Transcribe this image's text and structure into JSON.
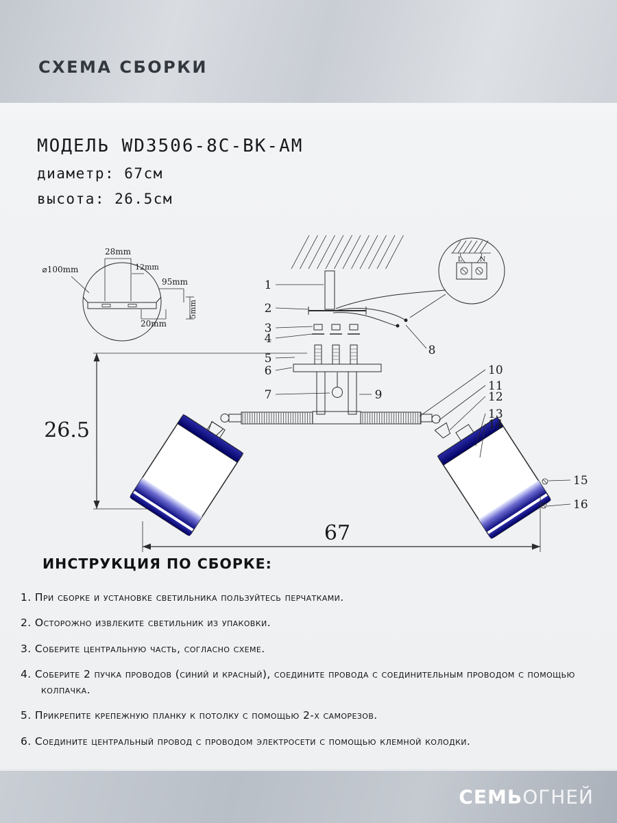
{
  "header": {
    "title": "СХЕМА СБОРКИ"
  },
  "model": {
    "title": "МОДЕЛЬ WD3506-8C-BK-AM",
    "diameter": "диаметр: 67см",
    "height": "высота: 26.5см"
  },
  "diagram": {
    "height_label": "26.5",
    "width_label": "67",
    "detail_left": {
      "d100": "⌀100mm",
      "d28": "28mm",
      "d12": "12mm",
      "d95": "95mm",
      "d20": "20mm",
      "d5": "5mm"
    },
    "detail_right": {
      "label_l": "L",
      "label_n": "N"
    },
    "parts": [
      "1",
      "2",
      "3",
      "4",
      "5",
      "6",
      "7",
      "8",
      "9",
      "10",
      "11",
      "12",
      "13",
      "14",
      "15",
      "16"
    ]
  },
  "instructions": {
    "title": "ИНСТРУКЦИЯ ПО СБОРКЕ:",
    "items": [
      "1. При сборке и установке светильника пользуйтесь перчатками.",
      "2. Осторожно извлеките светильник из упаковки.",
      "3. Соберите центральную часть, согласно схеме.",
      "4. Соберите 2 пучка проводов (синий и красный), соедините провода с соединительным проводом с помощью колпачка.",
      "5. Прикрепите крепежную планку к потолку с помощью 2-х саморезов.",
      "6. Соедините центральный провод с проводом электросети с помощью клемной колодки."
    ]
  },
  "footer": {
    "brand_bold": "СЕМЬ",
    "brand_light": "ОГНЕЙ"
  },
  "colors": {
    "shade_band_navy": "#15158c",
    "shade_band_light": "#aab2e8",
    "drawing_line": "#2b2b2b",
    "header_text": "#33383f"
  }
}
